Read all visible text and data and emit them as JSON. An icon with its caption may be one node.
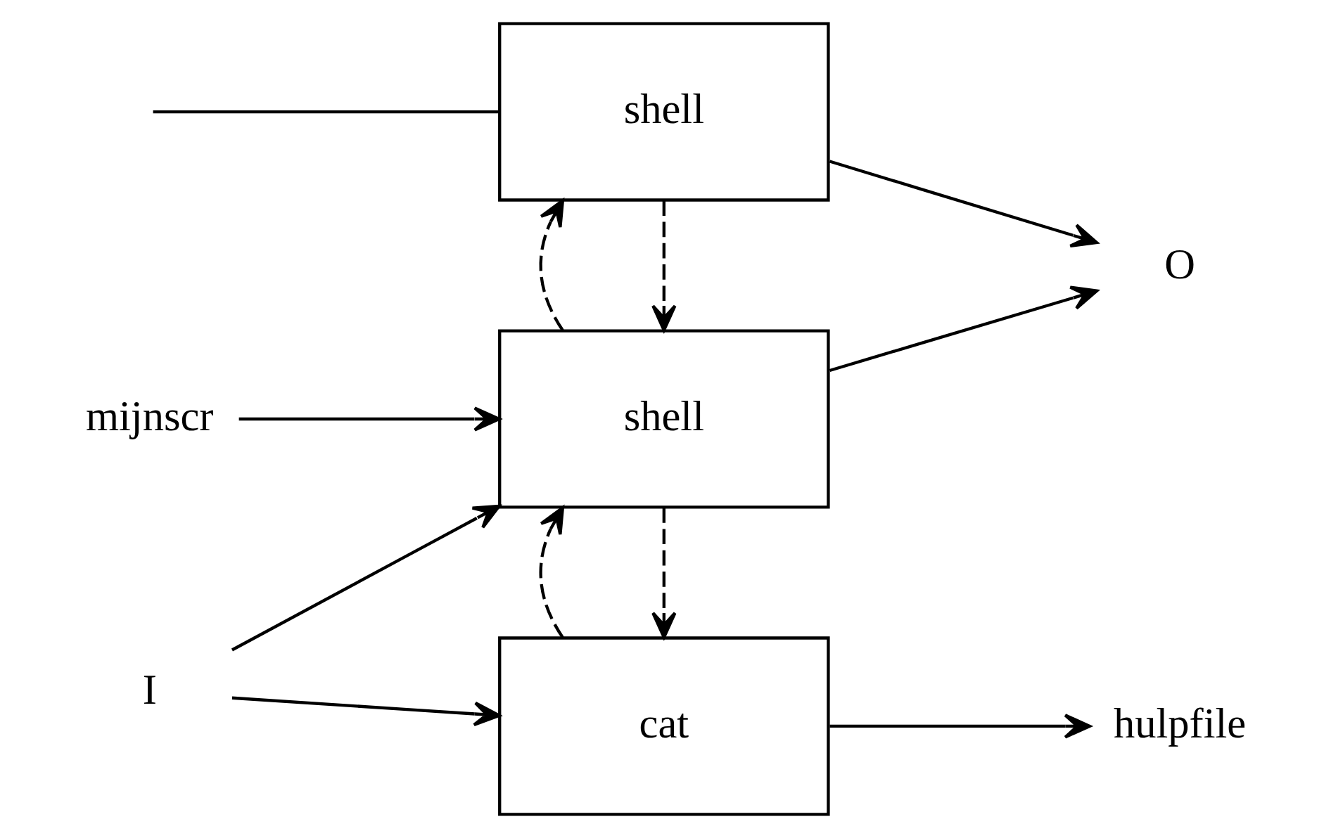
{
  "diagram": {
    "nodes": [
      {
        "text": [
          "I"
        ]
      },
      {
        "text": [
          "mijnscr"
        ]
      },
      {
        "text": [
          "cat"
        ]
      },
      {
        "text": [
          "shell"
        ]
      },
      {
        "text": [
          "shell"
        ]
      },
      {
        "text": [
          "hulpfile"
        ]
      },
      {
        "text": [
          "O"
        ]
      }
    ],
    "edges": [
      {
        "from": 0,
        "to": 2,
        "arrow": "to"
      },
      {
        "from": 0,
        "to": 3,
        "arrow": "to"
      },
      {
        "from": 1,
        "to": 3,
        "arrow": "to"
      },
      {
        "from": 2,
        "to": 5,
        "arrow": "to"
      },
      {
        "from": 3,
        "to": 2,
        "arrow": "to",
        "style": "dashed"
      },
      {
        "from": 2,
        "to": 3,
        "arrow": "to",
        "style": "dashed"
      },
      {
        "from": 4,
        "to": 3,
        "arrow": "to",
        "style": "dashed"
      },
      {
        "from": 3,
        "to": 4,
        "arrow": "to",
        "style": "dashed"
      },
      {
        "from": 3,
        "to": 6,
        "arrow": "to"
      },
      {
        "from": null,
        "to": 4,
        "arrow": "none"
      },
      {
        "from": 4,
        "to": 6,
        "arrow": "to"
      }
    ]
  }
}
